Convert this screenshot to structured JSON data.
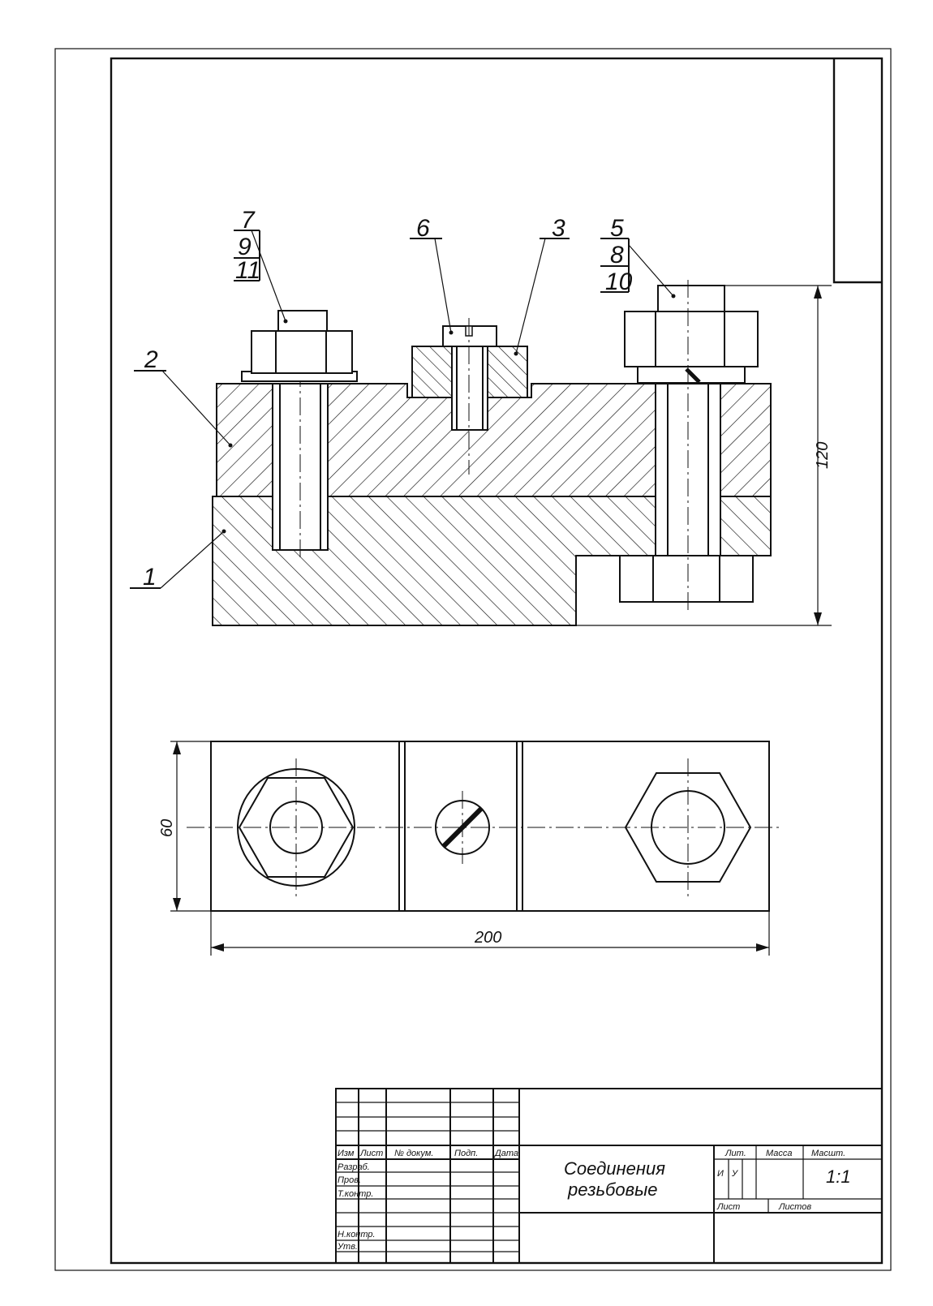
{
  "part_labels": {
    "label_7": "7",
    "label_9": "9",
    "label_11": "11",
    "label_6": "6",
    "label_3": "3",
    "label_5": "5",
    "label_8": "8",
    "label_10": "10",
    "label_2": "2",
    "label_1": "1"
  },
  "dimensions": {
    "height": "120",
    "width_plan": "60",
    "length": "200"
  },
  "title_block": {
    "h_izm": "Изм",
    "h_list": "Лист",
    "h_doc": "№ докум.",
    "h_sign": "Подп.",
    "h_date": "Дата",
    "r_razrab": "Разраб.",
    "r_prov": "Пров.",
    "r_tkontr": "Т.контр.",
    "r_nkontr": "Н.контр.",
    "r_utv": "Утв.",
    "title_line1": "Соединения",
    "title_line2": "резьбовые",
    "lit": "Лит.",
    "massa": "Масса",
    "masshtab": "Масшт.",
    "lit_i": "И",
    "lit_u": "У",
    "scale_value": "1:1",
    "sheet": "Лист",
    "sheets": "Листов"
  }
}
